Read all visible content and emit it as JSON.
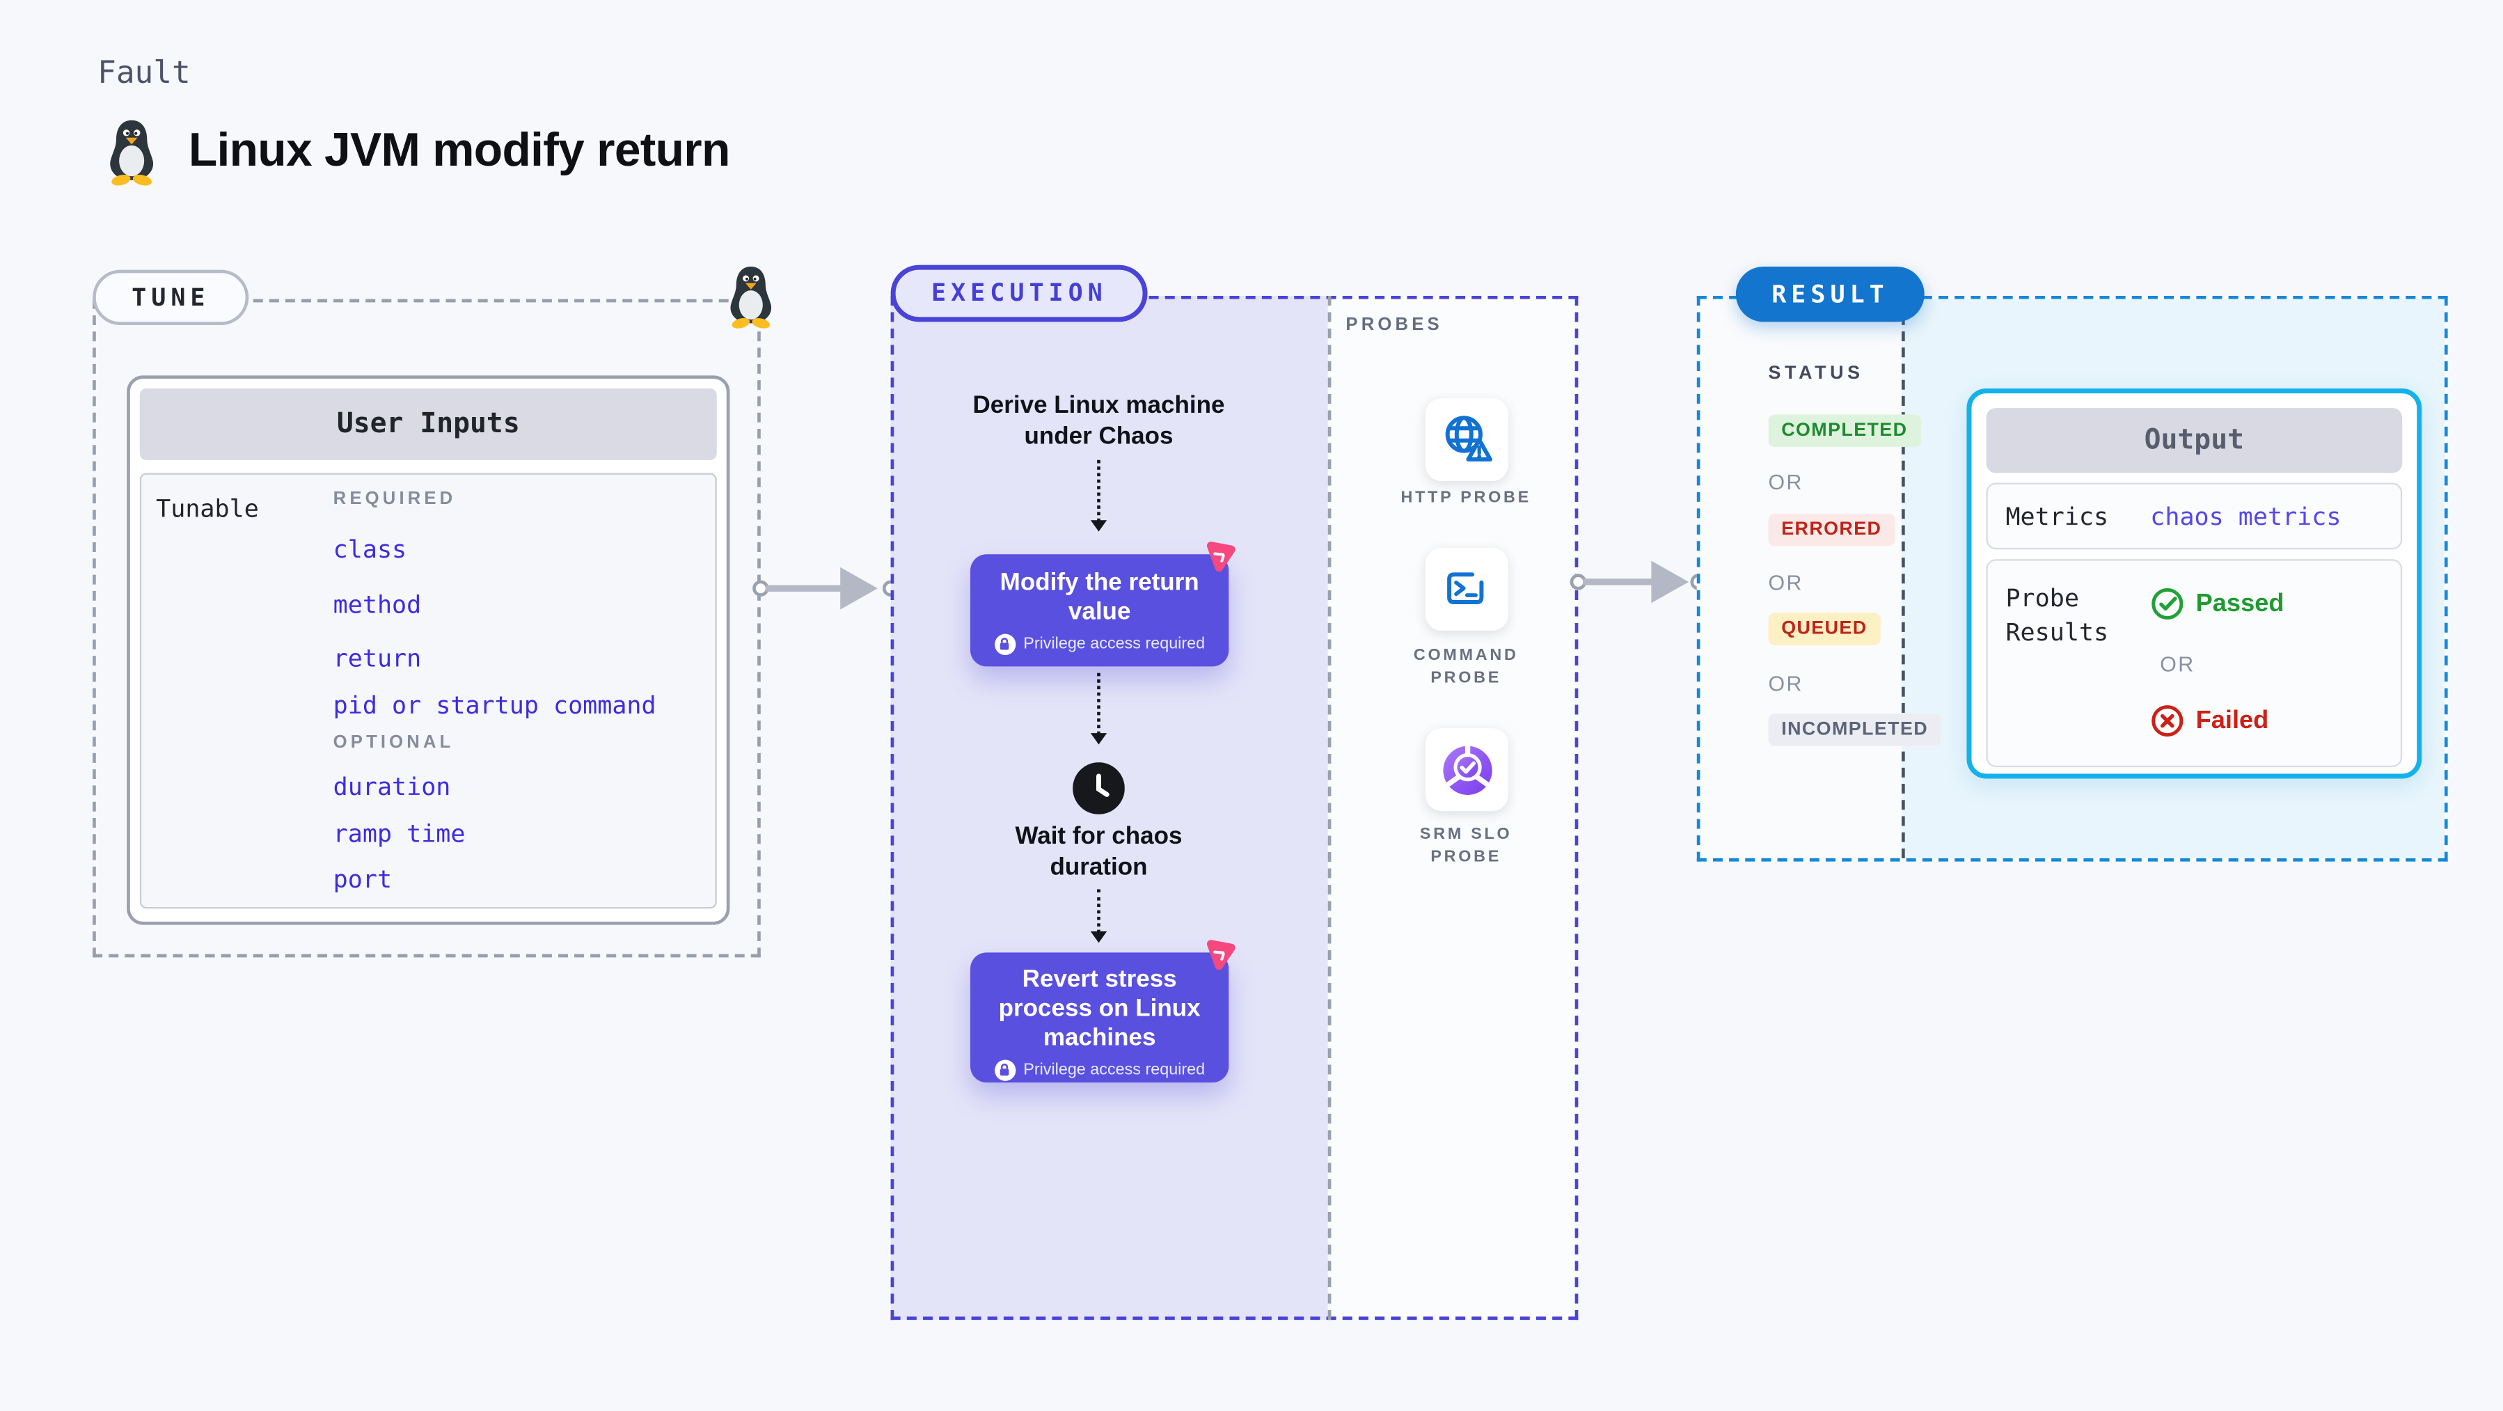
{
  "header": {
    "kicker": "Fault",
    "title": "Linux JVM modify return"
  },
  "tune": {
    "badge": "TUNE",
    "inputs_title": "User Inputs",
    "row_label": "Tunable",
    "required_label": "REQUIRED",
    "required_items": [
      "class",
      "method",
      "return",
      "pid or startup command"
    ],
    "optional_label": "OPTIONAL",
    "optional_items": [
      "duration",
      "ramp time",
      "port"
    ]
  },
  "execution": {
    "badge": "EXECUTION",
    "derive_step": "Derive Linux machine under Chaos",
    "modify_step": {
      "title": "Modify the return value",
      "note": "Privilege access required"
    },
    "wait_step": "Wait for chaos duration",
    "revert_step": {
      "title": "Revert stress process on Linux machines",
      "note": "Privilege access required"
    }
  },
  "probes": {
    "label": "PROBES",
    "items": [
      {
        "label": "HTTP PROBE",
        "icon": "globe-alert-icon"
      },
      {
        "label": "COMMAND PROBE",
        "icon": "terminal-icon"
      },
      {
        "label": "SRM SLO PROBE",
        "icon": "slo-donut-icon"
      }
    ]
  },
  "result": {
    "badge": "RESULT",
    "status_label": "STATUS",
    "or_label": "OR",
    "statuses": [
      {
        "label": "COMPLETED",
        "tone": "success"
      },
      {
        "label": "ERRORED",
        "tone": "error"
      },
      {
        "label": "QUEUED",
        "tone": "warning"
      },
      {
        "label": "INCOMPLETED",
        "tone": "neutral"
      }
    ],
    "output": {
      "title": "Output",
      "metrics_label": "Metrics",
      "metrics_value": "chaos metrics",
      "probe_results_label": "Probe Results",
      "passed_label": "Passed",
      "or_label": "OR",
      "failed_label": "Failed"
    }
  },
  "colors": {
    "page_background": "#f7f8fb",
    "accent_indigo": "#5950e0",
    "execution_fill": "#e4e4f8",
    "execution_dash": "#4a43d8",
    "result_badge_blue": "#1375cd",
    "result_dash_blue": "#1787d8",
    "output_border_cyan": "#14b2ea",
    "result_panel_blue": "#e8f5fc",
    "input_link_blue": "#3d2be0",
    "metrics_link_blue": "#5546ec",
    "success_green": "#1f8a30",
    "error_red": "#c02418",
    "probe_icon_blue": "#1272d3",
    "chaos_pink": "#f4487f"
  }
}
